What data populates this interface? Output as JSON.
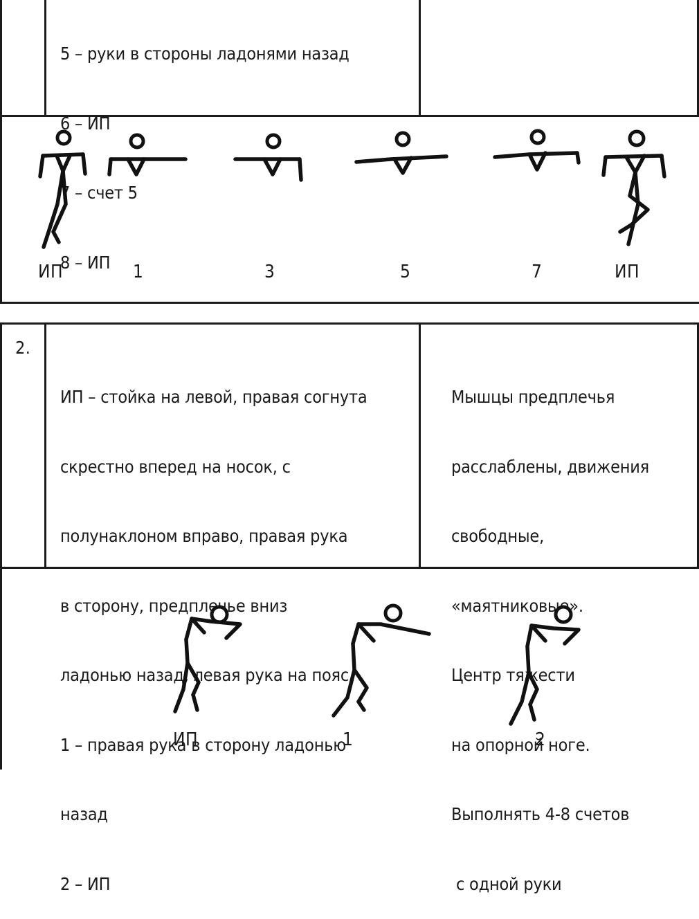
{
  "block1": {
    "lines": [
      "5 – руки в стороны ладонями назад",
      "6 – ИП",
      "7 – счет 5",
      "8 – ИП"
    ],
    "figure_labels": [
      "ИП",
      "1",
      "3",
      "5",
      "7",
      "ИП"
    ]
  },
  "block2": {
    "number": "2.",
    "description": [
      "ИП – стойка на левой, правая согнута",
      "скрестно вперед на носок, с",
      "полунаклоном вправо, правая рука",
      "в сторону, предплечье вниз",
      "ладонью назад, левая рука на пояс",
      "1 – правая рука в сторону ладонью",
      "назад",
      "2 – ИП"
    ],
    "notes": [
      "Мышцы предплечья",
      "расслаблены, движения",
      "свободные,",
      "«маятниковые».",
      "Центр тяжести",
      "на опорной ноге.",
      "Выполнять 4-8 счетов",
      " с одной руки"
    ],
    "figure_labels": [
      "ИП",
      "1",
      "2"
    ]
  }
}
